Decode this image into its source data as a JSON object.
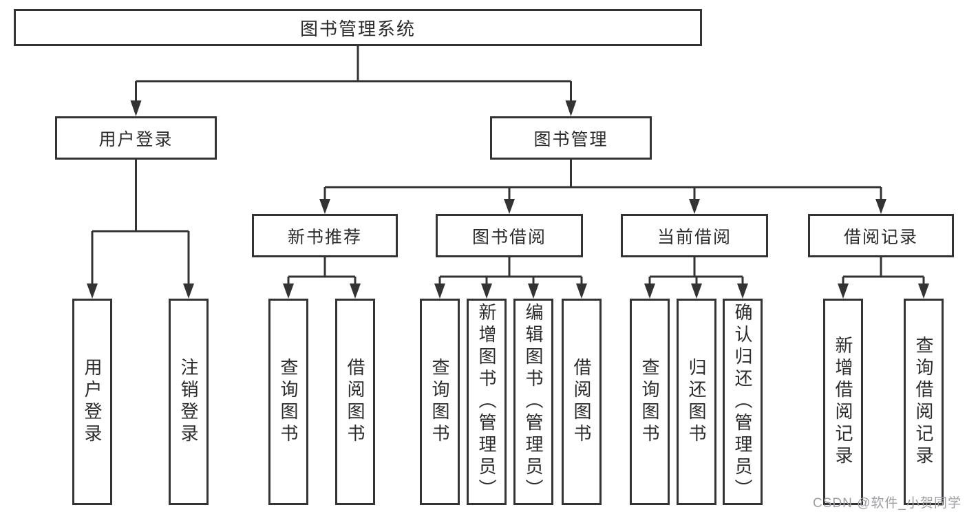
{
  "nodes": {
    "root": "图书管理系统",
    "user_login": "用户登录",
    "book_management": "图书管理",
    "new_book_recommend": "新书推荐",
    "book_borrow": "图书借阅",
    "current_borrow": "当前借阅",
    "borrow_records": "借阅记录",
    "leaves": {
      "user_login": "用户登录",
      "logout": "注销登录",
      "recommend_query_books": "查询图书",
      "recommend_borrow_books": "借阅图书",
      "borrow_query_books": "查询图书",
      "borrow_add_books_admin": "新增图书（管理员）",
      "borrow_edit_books_admin": "编辑图书（管理员）",
      "borrow_borrow_books": "借阅图书",
      "current_query_books": "查询图书",
      "current_return_books": "归还图书",
      "current_confirm_return_admin": "确认归还（管理员）",
      "records_add_record": "新增借阅记录",
      "records_query_record": "查询借阅记录"
    }
  },
  "watermark": "CSDN @软件_小贺同学",
  "colors": {
    "line": "#333333",
    "box_border": "#333333",
    "text": "#2b2b2b",
    "watermark": "#9e9ea3",
    "background": "#ffffff"
  }
}
